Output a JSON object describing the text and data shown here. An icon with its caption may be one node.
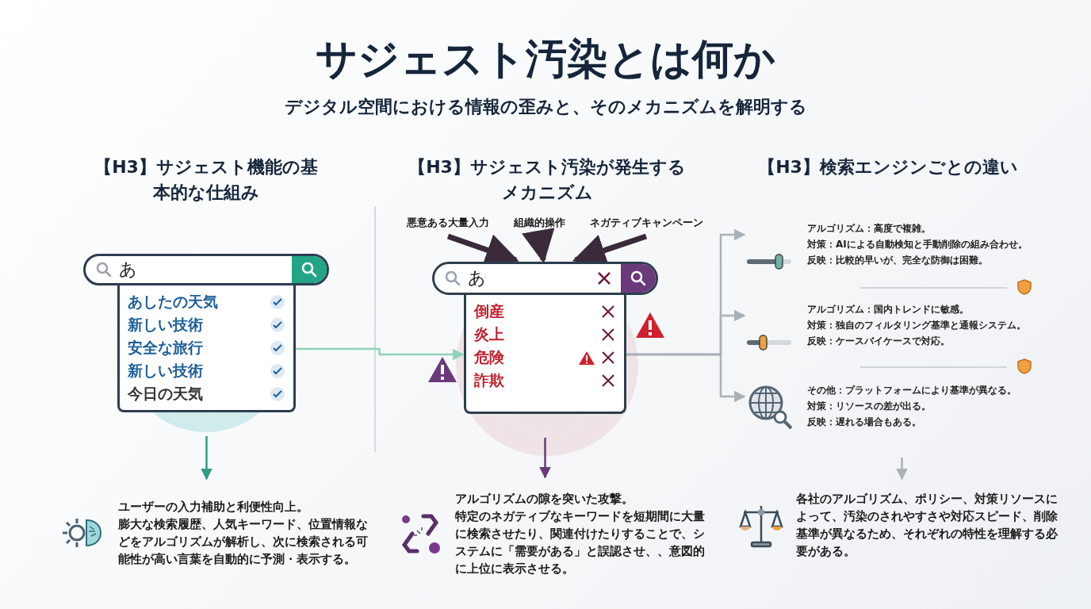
{
  "diagram": {
    "title": "サジェスト汚染とは何か",
    "nodes": [
      {
        "text": [
          "あ"
        ]
      },
      {
        "text": [
          "あしたの天気",
          "新しい技術",
          "安全な旅行",
          "新しい技術",
          "今日の天気"
        ]
      },
      {
        "text": [
          "ユーザーの入力補助と利便性向上。",
          "膨大な検索履歴、人気キーワード、位置情報などをアルゴリズムが解析し、次に検索される可能性が高い言葉を自動的に予測・表示する。"
        ]
      },
      {
        "text": [
          "悪意ある大量入力"
        ]
      },
      {
        "text": [
          "組織的操作"
        ]
      },
      {
        "text": [
          "ネガティブキャンペーン"
        ]
      },
      {
        "text": [
          "あ"
        ]
      },
      {
        "text": [
          "倒産",
          "炎上",
          "危険",
          "詐欺"
        ]
      },
      {
        "text": [
          "アルゴリズムの隙を突いた攻撃。",
          "特定のネガティブなキーワードを短期間に大量に検索させたり、関連付けたりすることで、システムに「需要がある」と誤認させ、、意図的に上位に表示させる。"
        ]
      },
      {
        "text": [
          "アルゴリズム：高度で複雑。",
          "対策：AIによる自動検知と手動削除の組み合わせ。",
          "反映：比較的早いが、完全な防御は困難。"
        ]
      },
      {
        "text": [
          "アルゴリズム：国内トレンドに敏感。",
          "対策：独自のフィルタリング基準と通報システム。",
          "反映：ケースバイケースで対応。"
        ]
      },
      {
        "text": [
          "その他：プラットフォームにより基準が異なる。",
          "対策：リソースの差が出る。",
          "反映：遅れる場合もある。"
        ]
      },
      {
        "text": [
          "各社のアルゴリズム、ポリシー、対策リソースによって、汚染のされやすさや対応スピード、削除基準が異なるため、それぞれの特性を理解する必要がある。"
        ]
      }
    ],
    "edges": [
      {
        "from": 1,
        "to": 2,
        "arrow": "to",
        "color": "#2e9e84"
      },
      {
        "from": 1,
        "to": 7,
        "arrow": "to",
        "color": "#8fd3b8"
      },
      {
        "from": 3,
        "to": 6,
        "arrow": "to",
        "style": "thick",
        "color": "#3a2a3a"
      },
      {
        "from": 4,
        "to": 6,
        "arrow": "to",
        "style": "thick",
        "color": "#3a2a3a"
      },
      {
        "from": 5,
        "to": 6,
        "arrow": "to",
        "style": "thick",
        "color": "#3a2a3a"
      },
      {
        "from": 7,
        "to": 8,
        "arrow": "to",
        "color": "#6b3a7a"
      },
      {
        "from": 7,
        "to": 9,
        "arrow": "to"
      },
      {
        "from": 7,
        "to": 10,
        "arrow": "to"
      },
      {
        "from": 7,
        "to": 11,
        "arrow": "to"
      },
      {
        "from": 11,
        "to": 12,
        "arrow": "to"
      }
    ],
    "labels": [
      "デジタル空間における情報の歪みと、そのメカニズムを解明する",
      "【H3】サジェスト機能の基本的な仕組み",
      "【H3】サジェスト汚染が発生するメカニズム",
      "【H3】検索エンジンごとの違い"
    ]
  }
}
